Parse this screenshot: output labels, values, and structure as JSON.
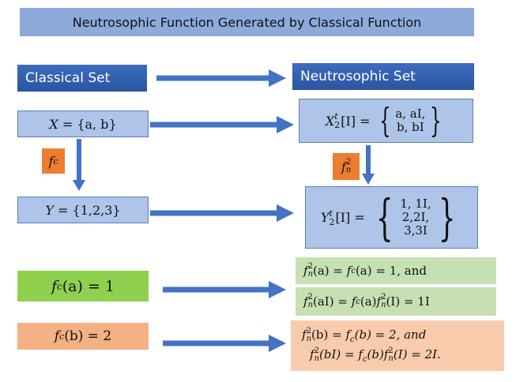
{
  "title": "Neutrosophic Function Generated by  Classical Function",
  "headers": {
    "classical": "Classical Set",
    "neutrosophic": "Neutrosophic  Set"
  },
  "x_set": {
    "lhs": "X",
    "eq": " = {a, b}"
  },
  "y_set": {
    "lhs": "Y",
    "eq": " = {1,2,3}"
  },
  "fc_label": "f",
  "fc_sub": "c",
  "fn_label": "f",
  "fn_sup": "2",
  "fn_sub": "n",
  "xn": {
    "lhs": "X",
    "sup": "t",
    "sub": "2",
    "arg": "[I] = ",
    "row1": "a, aI,",
    "row2": "b, bI"
  },
  "yn": {
    "lhs": "Y",
    "sup": "t",
    "sub": "2",
    "arg": "[I] = ",
    "row1": "1, 1I,",
    "row2": "2,2I,",
    "row3": "3,3I"
  },
  "fca": {
    "text": "(a) = 1"
  },
  "fcb": {
    "text": "(b) = 2"
  },
  "fn_a_line1": {
    "a": "(a) = ",
    "b": "(a) = 1, and"
  },
  "fn_a_line2": {
    "a": "(aI) = ",
    "b": "(a)",
    "c": "(I) = 1I"
  },
  "fn_b_line1": {
    "a": "(b) = ",
    "b": "(b) = 2, and"
  },
  "fn_b_line2": {
    "a": "(bI) = ",
    "b": "(b)",
    "c": "(I) = 2I."
  },
  "colors": {
    "arrow": "#4472c4",
    "header": "#2e5caa",
    "title_bg": "#8eaadb"
  }
}
